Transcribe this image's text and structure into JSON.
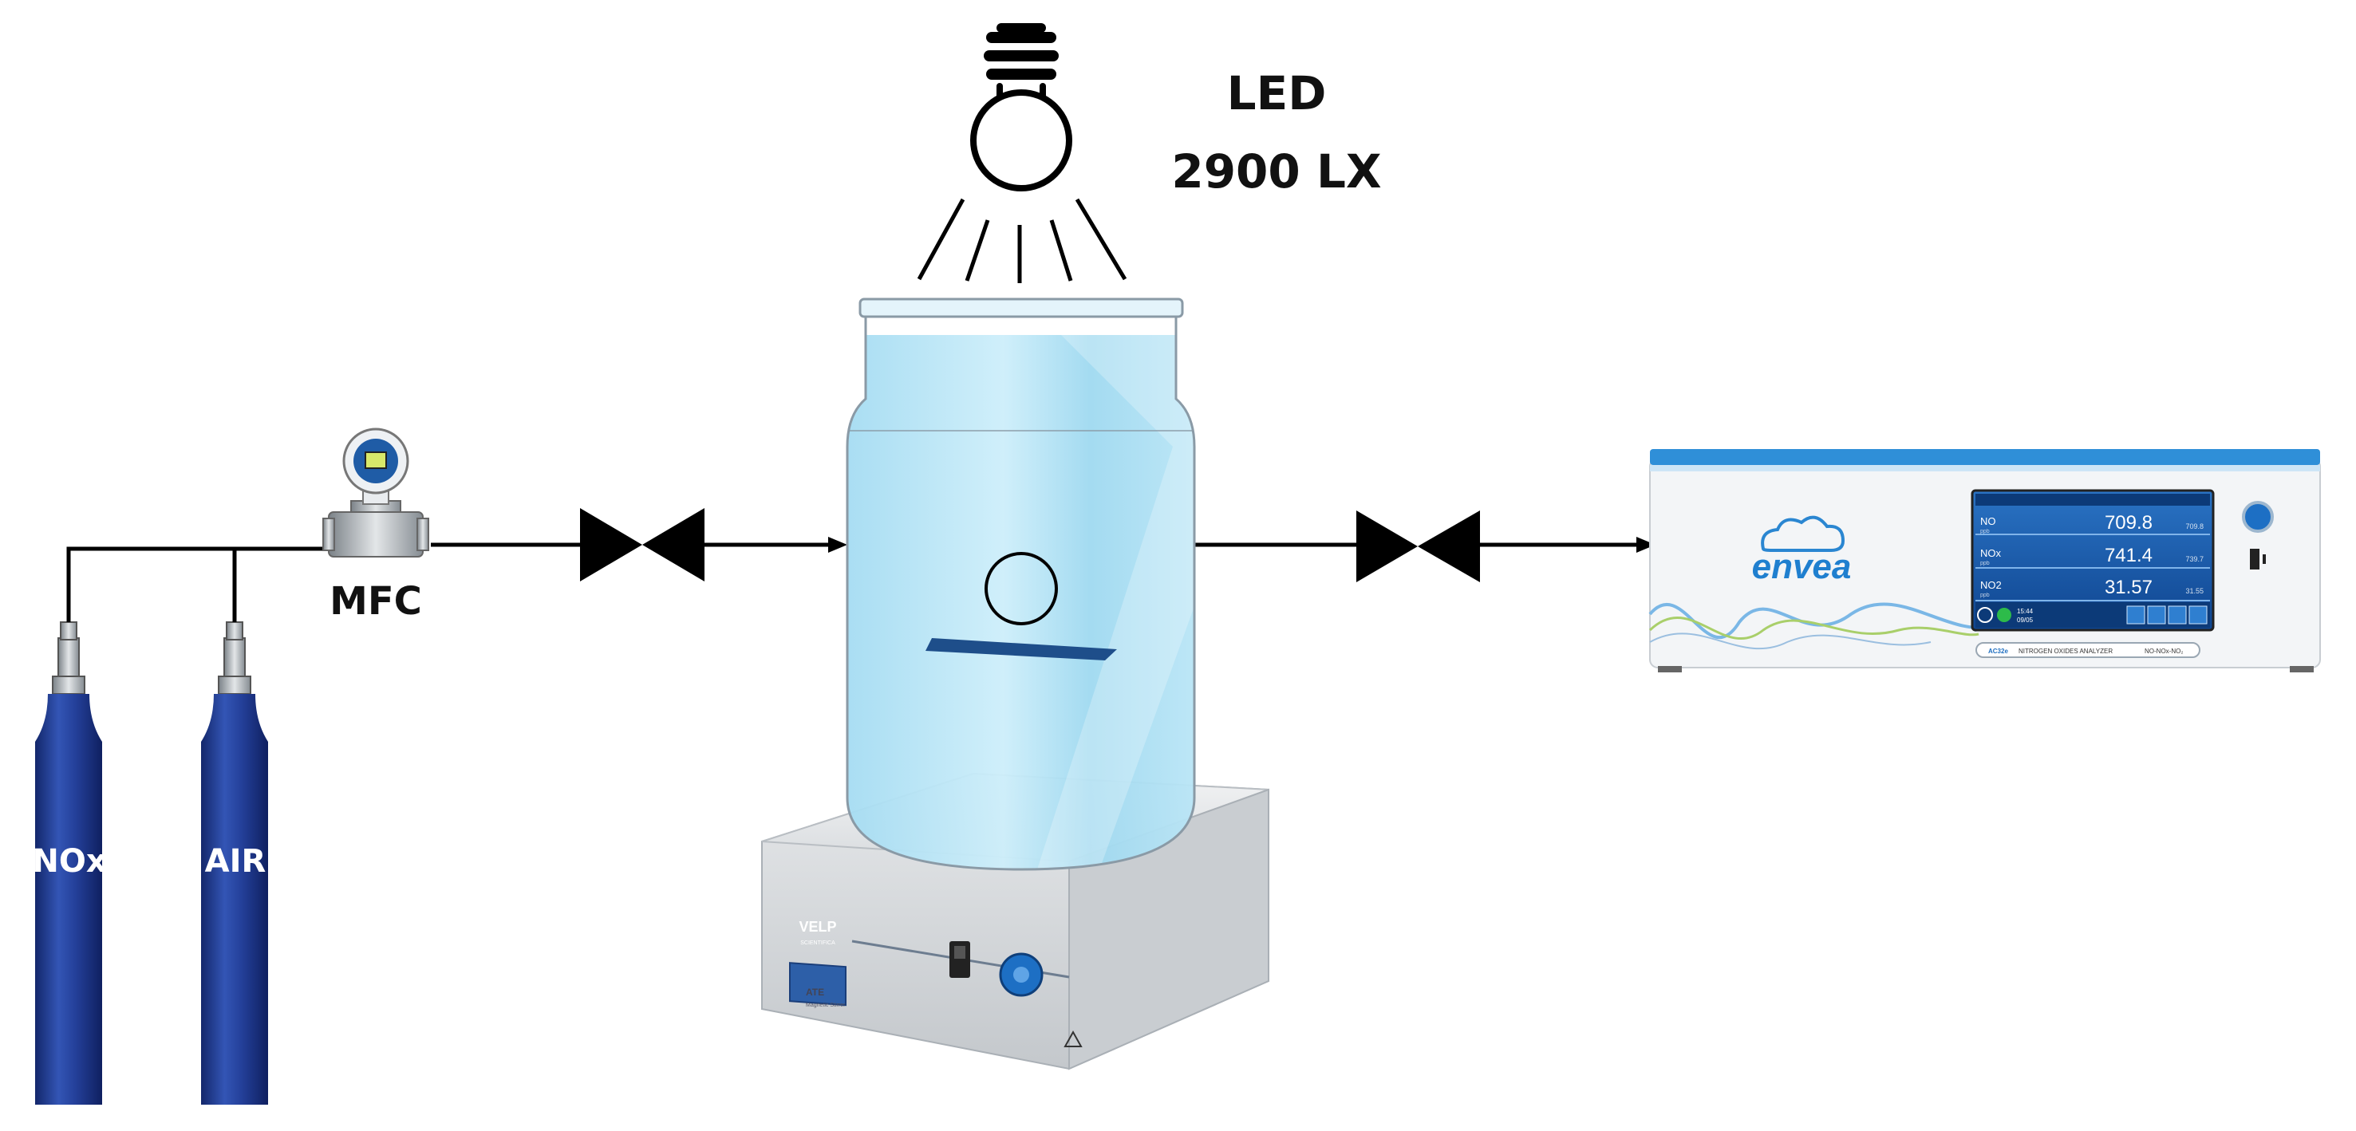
{
  "lamp": {
    "label_line1": "LED",
    "label_line2": "2900 LX"
  },
  "cylinders": [
    {
      "label": "NOx"
    },
    {
      "label": "AIR"
    }
  ],
  "flow_controller": {
    "label": "MFC"
  },
  "stirrer": {
    "brand": "VELP",
    "brand_sub": "SCIENTIFICA",
    "model": "ATE",
    "model_sub": "Magnetic Stirrer"
  },
  "analyzer": {
    "brand": "envea",
    "footer_logo": "AC32e",
    "footer_text": "NITROGEN OXIDES ANALYZER",
    "footer_species": "NO-NOx-NO₂",
    "readings": [
      {
        "name": "NO",
        "unit": "ppb",
        "value": "709.8",
        "secondary": "709.8"
      },
      {
        "name": "NOx",
        "unit": "ppb",
        "value": "741.4",
        "secondary": "739.7"
      },
      {
        "name": "NO2",
        "unit": "ppb",
        "value": "31.57",
        "secondary": "31.55"
      }
    ],
    "status_time": "15:44",
    "status_date": "09/05"
  },
  "colors": {
    "line": "#000000",
    "cylinder": "#1f3c8c",
    "jar_glass": "#bfe8f7",
    "sample_plate": "#1e4e8a",
    "screen": "#1a5ca8",
    "knob": "#1d6fc4"
  }
}
